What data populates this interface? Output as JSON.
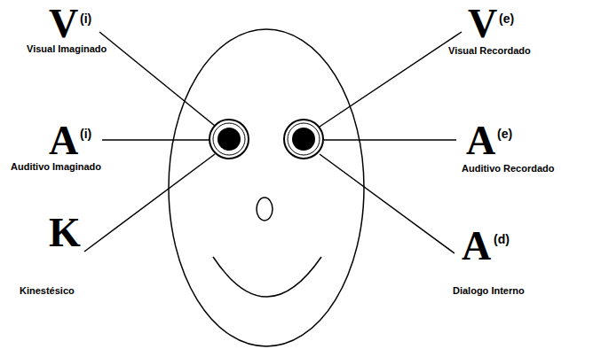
{
  "diagram": {
    "labels": [
      "V",
      "(i)",
      "Visual Imaginado",
      "A",
      "(i)",
      "Auditivo Imaginado",
      "K",
      "Kinestésico",
      "V",
      "(e)",
      "Visual Recordado",
      "A",
      "(e)",
      "Auditivo Recordado",
      "A",
      "(d)",
      "Dialogo Interno"
    ]
  }
}
